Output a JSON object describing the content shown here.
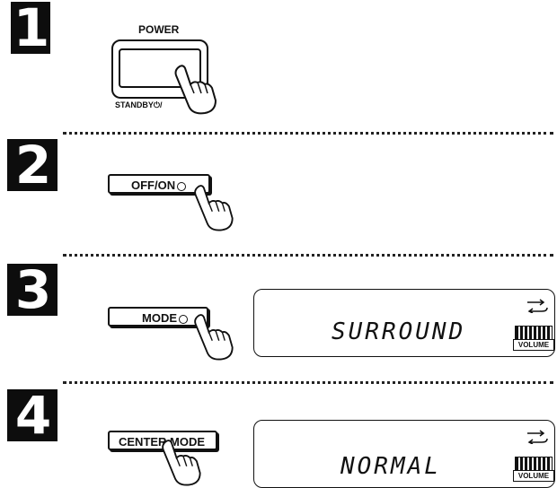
{
  "steps": [
    {
      "number": "1",
      "button_top": "POWER",
      "button_bottom": "STANDBY⏻/"
    },
    {
      "number": "2",
      "button": "OFF/ON"
    },
    {
      "number": "3",
      "button": "MODE",
      "display_text": "SURROUND",
      "volume_label": "VOLUME"
    },
    {
      "number": "4",
      "button": "CENTER MODE",
      "display_text": "NORMAL",
      "volume_label": "VOLUME"
    }
  ],
  "icons": {
    "hand": "pointing-hand-icon",
    "arrows": "swap-arrows-icon"
  }
}
